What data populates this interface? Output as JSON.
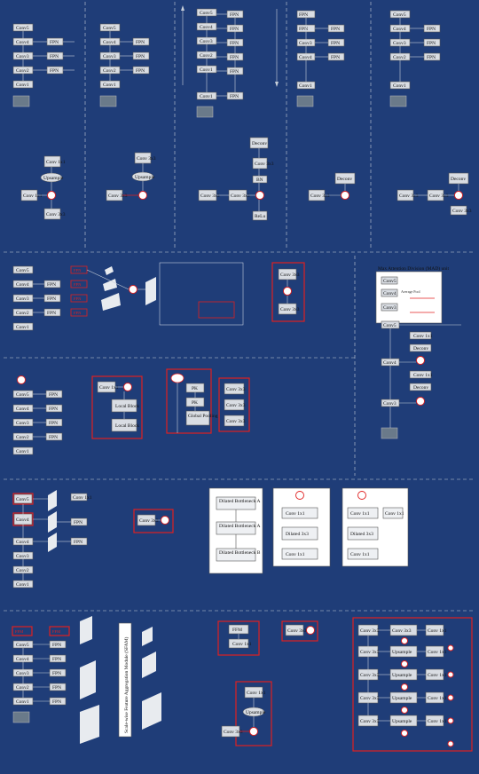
{
  "labels": {
    "conv1": "Conv1",
    "conv2": "Conv2",
    "conv3": "Conv3",
    "conv4": "Conv4",
    "conv5": "Conv5",
    "fpn": "FPN",
    "dilated_a": "Dilated Bottleneck A",
    "dilated_b": "Dilated Bottleneck B",
    "upsample": "Upsample",
    "bn": "BN",
    "relu": "ReLu",
    "pk": "PK",
    "local_block": "Local Block",
    "global_pooling": "Global Pooling",
    "deconv": "Deconv",
    "conv_1x1": "Conv 1x1",
    "conv_3x3": "Conv 3x3",
    "conv_1x1_plain": "Conv 1x1",
    "dilated_3x3": "Dilated 3x3",
    "ffm": "FFM",
    "sffm": "Scale-wise Feature Aggregation Module (SFAM)",
    "mad_title": "Max Attention Division (MAD) unit",
    "average_pool": "Average Pool",
    "feature_map": "Feature Map"
  }
}
